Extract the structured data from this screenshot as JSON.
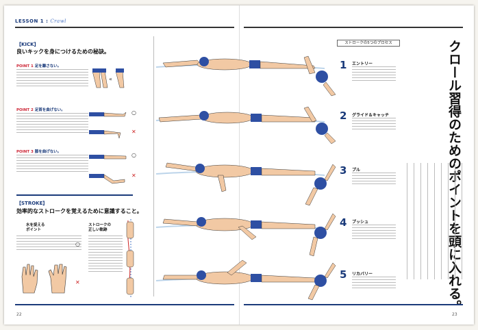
{
  "left_page": {
    "lesson_label": "LESSON 1 :",
    "lesson_name": "Crawl",
    "kick": {
      "tag": "KICK",
      "heading": "良いキックを身につけるための秘訣。",
      "points": [
        {
          "label": "POINT 1",
          "title": "足を離さない。"
        },
        {
          "label": "POINT 2",
          "title": "足首を曲げない。"
        },
        {
          "label": "POINT 3",
          "title": "膝を曲げない。"
        }
      ]
    },
    "stroke": {
      "tag": "STROKE",
      "heading": "効率的なストロークを覚えるために意識すること。",
      "hand_title": "水を捉える\nポイント",
      "trajectory_title": "ストロークの\n正しい軌跡"
    },
    "page_number": "22"
  },
  "right_page": {
    "process_box": "ストロークの5つのプロセス",
    "title": "クロール習得のためのポイントを頭に入れる。",
    "steps": [
      {
        "num": "1",
        "title": "エントリー"
      },
      {
        "num": "2",
        "title": "グライド＆キャッチ"
      },
      {
        "num": "3",
        "title": "プル"
      },
      {
        "num": "4",
        "title": "プッシュ"
      },
      {
        "num": "5",
        "title": "リカバリー"
      }
    ],
    "page_number": "23"
  },
  "marks": {
    "correct": "○",
    "wrong": "✕"
  },
  "colors": {
    "navy": "#1a3a7a",
    "skin": "#f2c9a4",
    "cap": "#2e4fa3",
    "water": "#bcd4ea",
    "red": "#c22"
  }
}
